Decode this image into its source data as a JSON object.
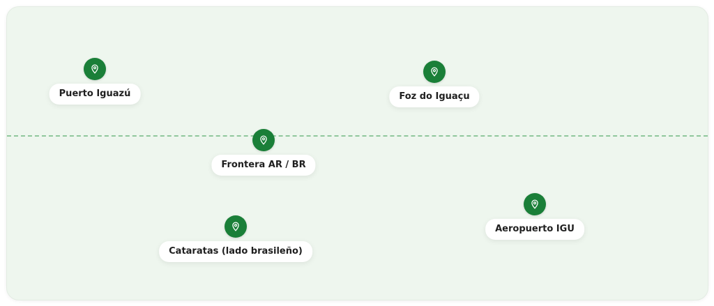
{
  "map": {
    "markers": [
      {
        "id": "puerto-iguazu",
        "label": "Puerto Iguazú",
        "icon": "location-pin-icon"
      },
      {
        "id": "foz-do-iguacu",
        "label": "Foz do Iguaçu",
        "icon": "location-pin-icon"
      },
      {
        "id": "frontera",
        "label": "Frontera AR / BR",
        "icon": "location-pin-icon"
      },
      {
        "id": "cataratas",
        "label": "Cataratas (lado brasileño)",
        "icon": "location-pin-icon"
      },
      {
        "id": "aeropuerto",
        "label": "Aeropuerto IGU",
        "icon": "location-pin-icon"
      }
    ],
    "colors": {
      "background": "#eef6ee",
      "pin": "#1a7f38",
      "border_line": "#8fc79c",
      "label_bg": "#ffffff"
    }
  }
}
